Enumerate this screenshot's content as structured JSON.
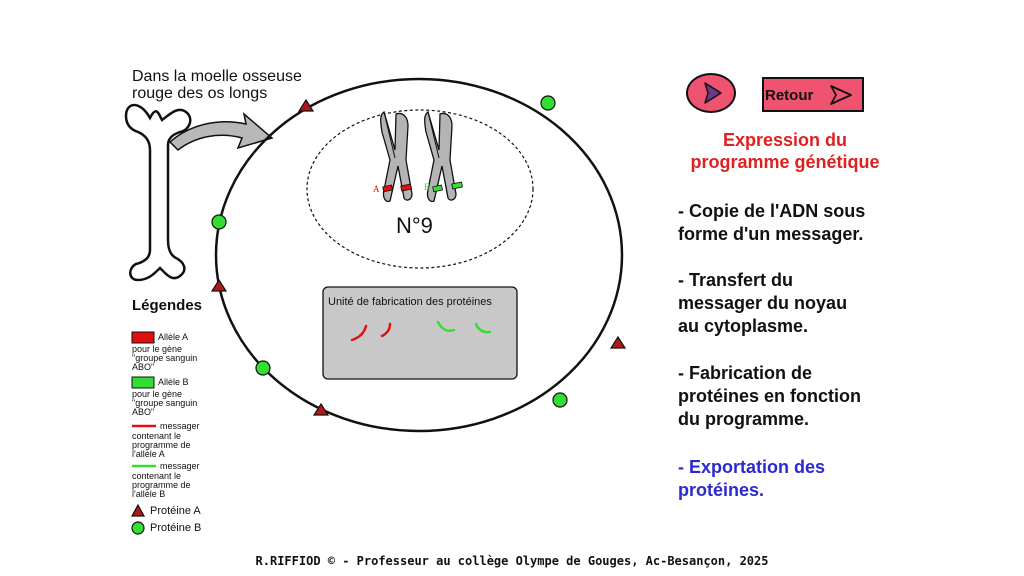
{
  "intro": {
    "line1": "Dans la moelle osseuse",
    "line2": "rouge des os longs"
  },
  "chromosome": {
    "label": "N°9",
    "allele_a_letter": "A",
    "allele_b_letter": "B"
  },
  "factory": {
    "title": "Unité de fabrication des protéines"
  },
  "legend": {
    "title": "Légendes",
    "allele_a": "Allèle A",
    "allele_a_desc": [
      "pour le gène",
      "\"groupe sanguin",
      "ABO\""
    ],
    "allele_b": "Allèle B",
    "allele_b_desc": [
      "pour le gène",
      "\"groupe sanguin",
      "ABO\""
    ],
    "messenger_a": [
      "messager",
      "contenant le",
      "programme de",
      "l'allèle A"
    ],
    "messenger_b": [
      "messager",
      "contenant le",
      "programme de",
      "l'allèle B"
    ],
    "protein_a": "Protéine A",
    "protein_b": "Protéine B"
  },
  "buttons": {
    "back_label": "Retour"
  },
  "expression": {
    "title_line1": "Expression du",
    "title_line2": "programme génétique"
  },
  "steps": [
    {
      "lines": [
        "- Copie de l'ADN sous",
        "forme d'un messager."
      ],
      "active": false
    },
    {
      "lines": [
        "- Transfert du",
        "messager du noyau",
        "au cytoplasme."
      ],
      "active": false
    },
    {
      "lines": [
        "- Fabrication de",
        "protéines en fonction",
        "du programme."
      ],
      "active": false
    },
    {
      "lines": [
        "- Exportation des",
        "protéines."
      ],
      "active": true
    }
  ],
  "footer": "R.RIFFIOD © - Professeur au collège Olympe de Gouges, Ac-Besançon, 2025",
  "colors": {
    "allele_a": "#e01010",
    "allele_b": "#33dd33",
    "protein_a": "#b01818",
    "protein_b": "#33dd33",
    "button": "#f0536f",
    "title": "#e02020",
    "active_step": "#2a2ad0",
    "factory_bg": "#c8c8c8",
    "chromosome": "#b4b4b4"
  },
  "icons": {
    "bone": "bone-icon",
    "arrow": "curved-arrow-icon",
    "play": "play-icon",
    "cursor": "cursor-arrow-icon"
  }
}
